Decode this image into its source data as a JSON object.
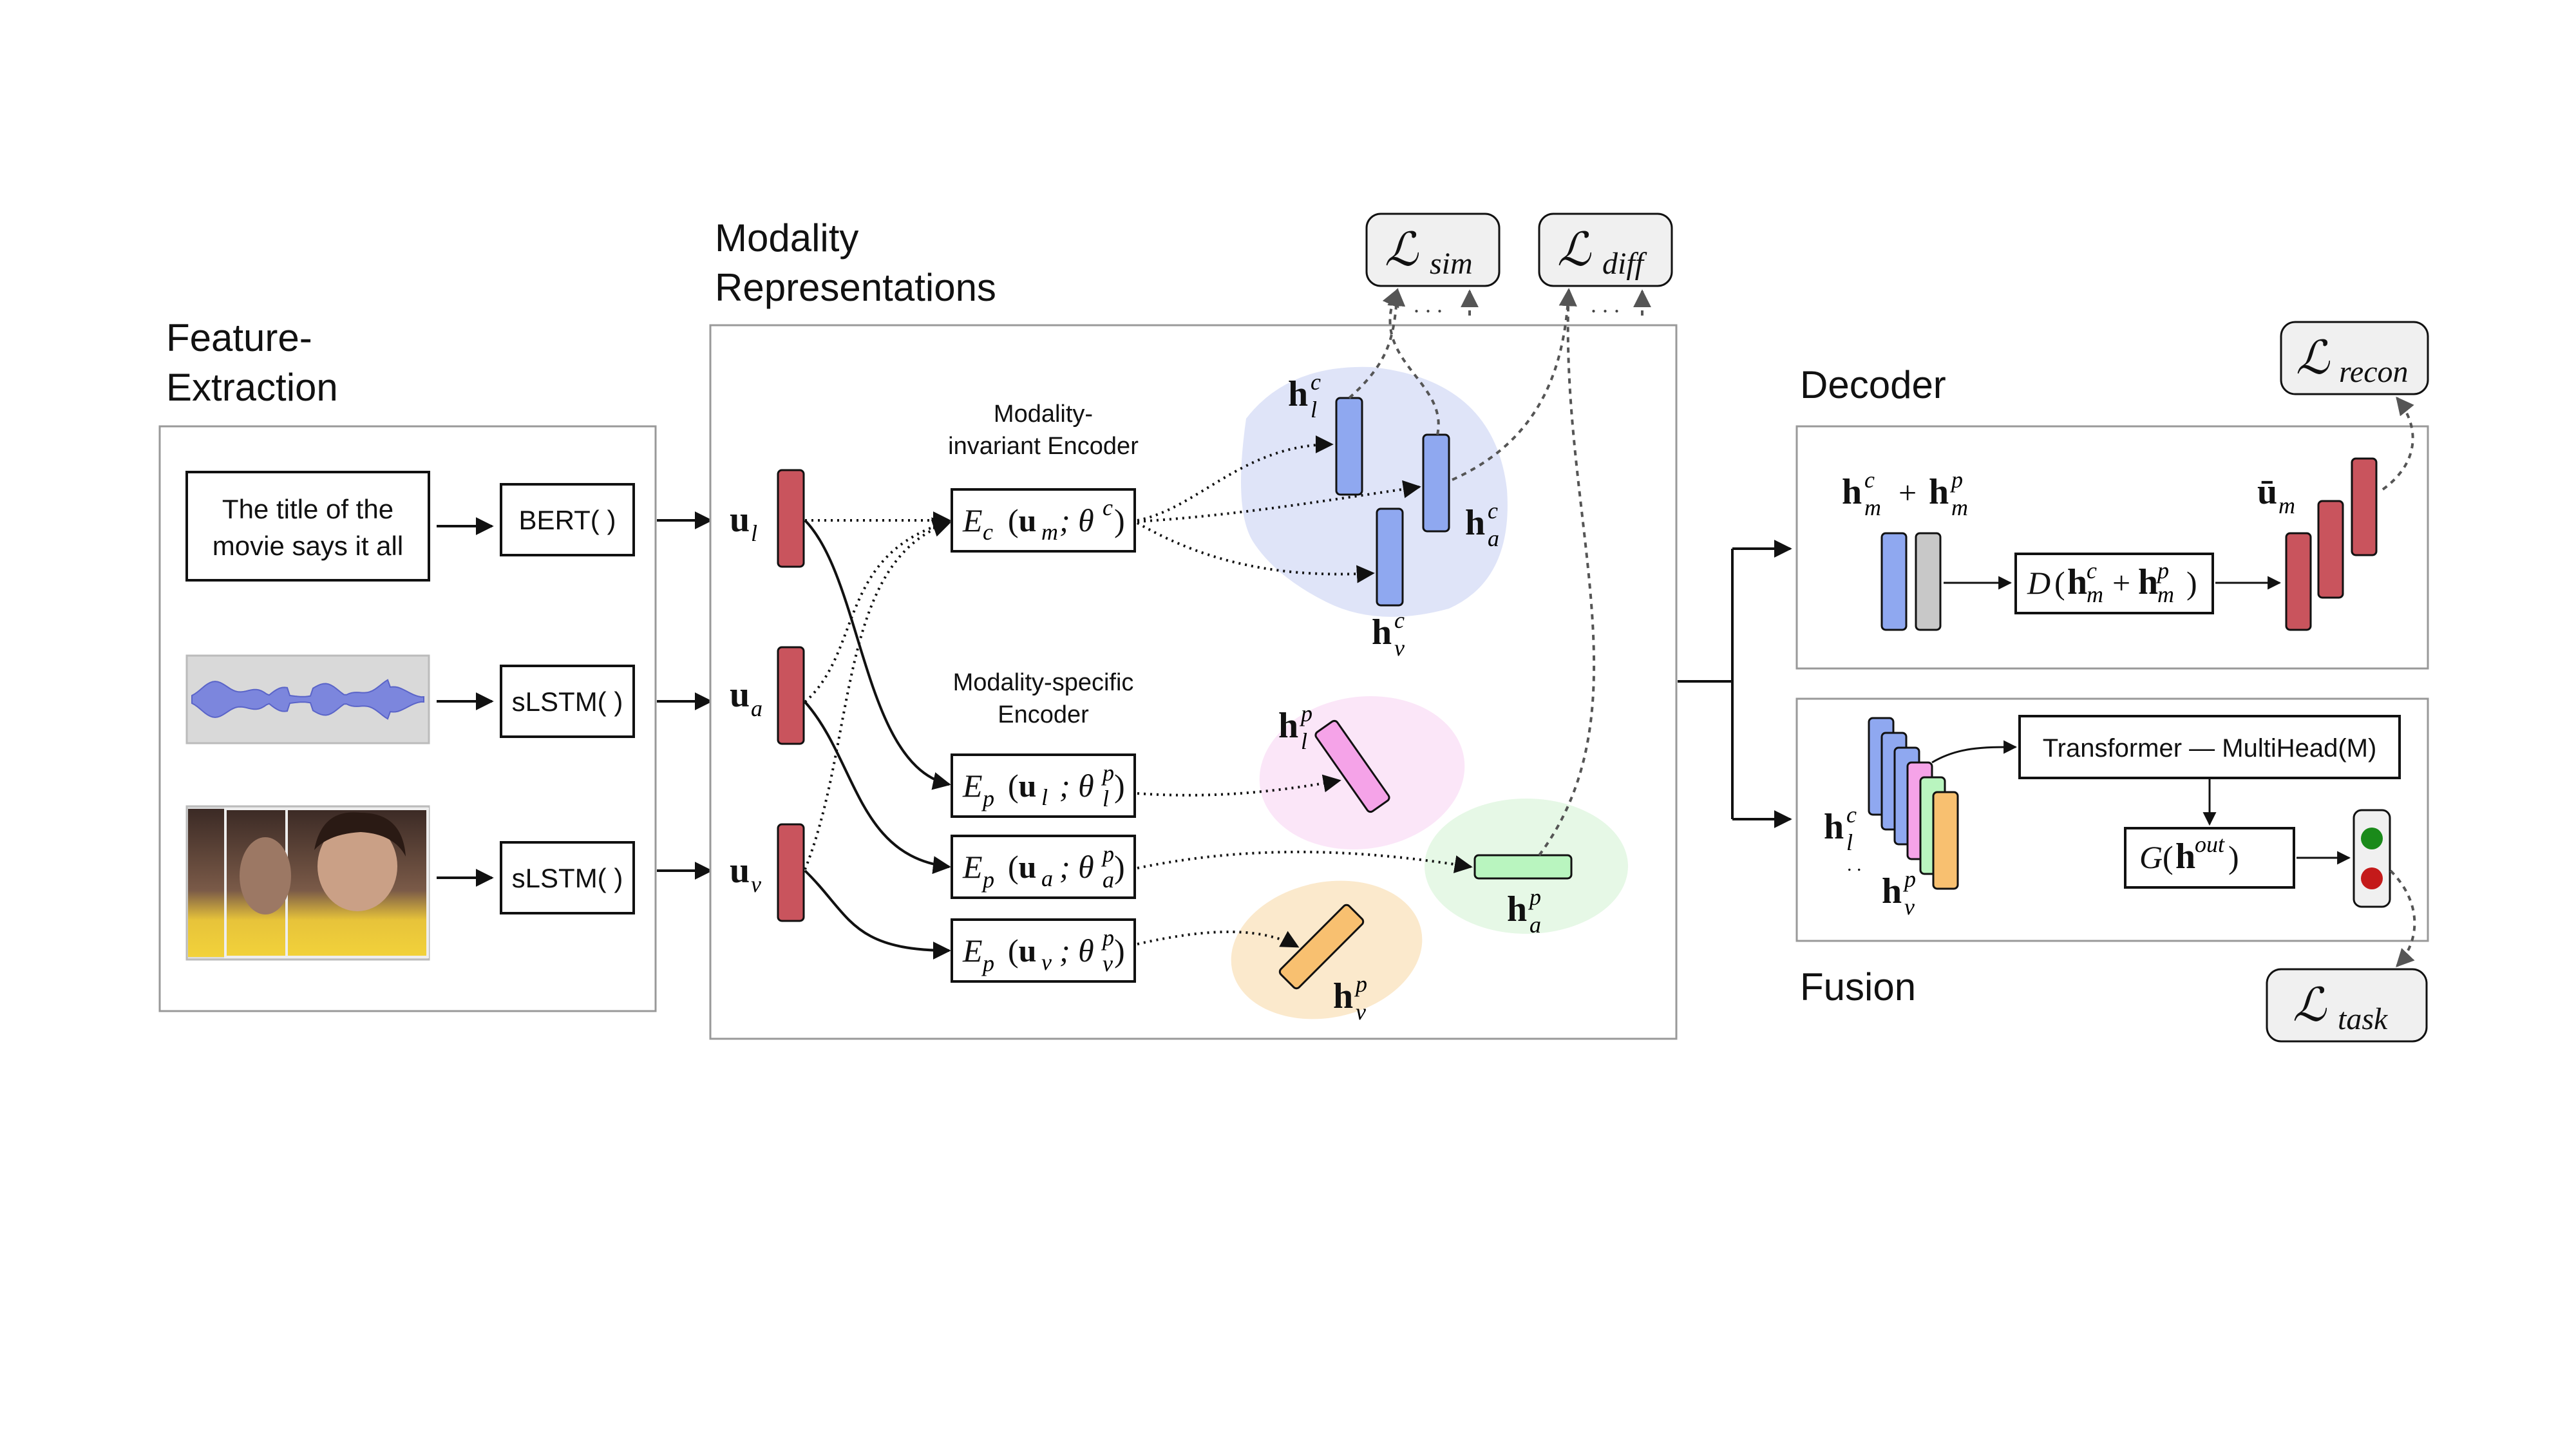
{
  "sections": {
    "feature_extraction": "Feature-\nExtraction",
    "modality_representations": "Modality\nRepresentations",
    "decoder": "Decoder",
    "fusion": "Fusion"
  },
  "inputs": {
    "text_sample": "The title of the\nmovie says it all"
  },
  "extractors": {
    "bert": "BERT( )",
    "slstm_audio": "sLSTM( )",
    "slstm_video": "sLSTM( )"
  },
  "vectors": {
    "u_l": "u",
    "u_l_sub": "l",
    "u_a": "u",
    "u_a_sub": "a",
    "u_v": "u",
    "u_v_sub": "v"
  },
  "encoders": {
    "invariant_title": "Modality-\ninvariant Encoder",
    "specific_title": "Modality-specific\nEncoder",
    "ec": "E",
    "ec_sub": "c",
    "ec_args": "(u",
    "ec_args_sub": "m",
    "ec_theta": "; θ",
    "ec_theta_sup": "c",
    "ep": "E",
    "ep_sub": "p",
    "ep_l_args": "(u",
    "ep_l_sub": "l",
    "ep_a_sub": "a",
    "ep_v_sub": "v",
    "theta": "; θ",
    "theta_sup": "p",
    "close": ")"
  },
  "hidden": {
    "h": "h",
    "c": "c",
    "p": "p",
    "l": "l",
    "a": "a",
    "v": "v",
    "m": "m"
  },
  "losses": {
    "sim_glyph": "ℒ",
    "sim_sub": "sim",
    "diff_glyph": "ℒ",
    "diff_sub": "diff",
    "recon_glyph": "ℒ",
    "recon_sub": "recon",
    "task_glyph": "ℒ",
    "task_sub": "task",
    "ellipsis": ". . ."
  },
  "decoder_block": {
    "sum_plus": "+",
    "d_fn": "D",
    "ubar": "ū"
  },
  "fusion_block": {
    "transformer": "Transformer  —  MultiHead(M)",
    "g_fn": "G(h",
    "g_sup": "out",
    "g_close": ")"
  },
  "colors": {
    "red_vec": "#c9545d",
    "blue_vec": "#8fa8f0",
    "gray_vec": "#c8c8c8",
    "pink_vec": "#f5a3e8",
    "green_vec": "#b9f5bf",
    "orange_vec": "#f8c070",
    "blob_blue": "#dfe4f8",
    "blob_pink": "#fbe6f8",
    "blob_green": "#e6f8e6",
    "blob_orange": "#fbe9cc",
    "wave": "#7c86dd",
    "light_green": "#1a8a1a",
    "light_red": "#c41a1a"
  },
  "icons": {
    "audio_waveform": "audio-waveform-icon",
    "video_frames": "video-frames-icon",
    "traffic_light": "traffic-light-icon"
  }
}
